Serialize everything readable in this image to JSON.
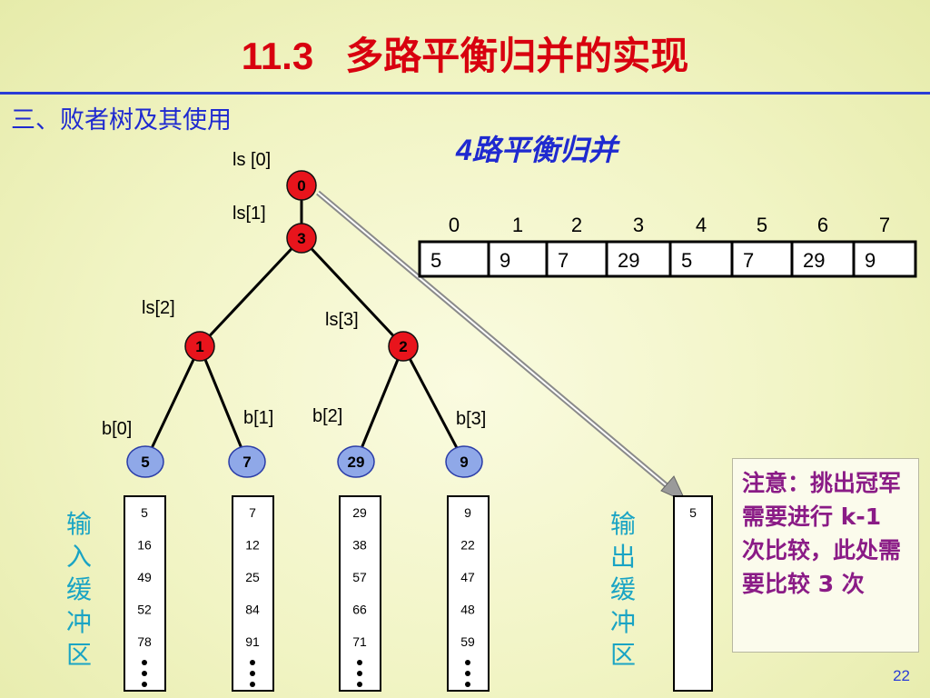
{
  "title": "11.3   多路平衡归并的实现",
  "subtitle": "三、败者树及其使用",
  "heading": "4路平衡归并",
  "tree": {
    "internal_nodes": [
      {
        "id": "ls0",
        "pointer": "ls [0]",
        "value": "0"
      },
      {
        "id": "ls1",
        "pointer": "ls[1]",
        "value": "3"
      },
      {
        "id": "ls2",
        "pointer": "ls[2]",
        "value": "1"
      },
      {
        "id": "ls3",
        "pointer": "ls[3]",
        "value": "2"
      }
    ],
    "leaves": [
      {
        "id": "b0",
        "pointer": "b[0]",
        "value": "5"
      },
      {
        "id": "b1",
        "pointer": "b[1]",
        "value": "7"
      },
      {
        "id": "b2",
        "pointer": "b[2]",
        "value": "29"
      },
      {
        "id": "b3",
        "pointer": "b[3]",
        "value": "9"
      }
    ]
  },
  "array": {
    "indices": [
      "0",
      "1",
      "2",
      "3",
      "4",
      "5",
      "6",
      "7"
    ],
    "values": [
      "5",
      "9",
      "7",
      "29",
      "5",
      "7",
      "29",
      "9"
    ]
  },
  "input_buffers": {
    "label": "输入缓冲区",
    "columns": [
      [
        "5",
        "16",
        "49",
        "52",
        "78"
      ],
      [
        "7",
        "12",
        "25",
        "84",
        "91"
      ],
      [
        "29",
        "38",
        "57",
        "66",
        "71"
      ],
      [
        "9",
        "22",
        "47",
        "48",
        "59"
      ]
    ]
  },
  "output_buffer": {
    "label": "输出缓冲区",
    "values": [
      "5"
    ]
  },
  "note": "注意：挑出冠军需要进行 k-1 次比较，此处需要比较 3 次",
  "page_number": "22",
  "colors": {
    "title": "#d8000f",
    "accent_blue": "#1f2ad0",
    "internal_node_fill": "#e8141c",
    "leaf_node_fill": "#8fa8e8",
    "buffer_label": "#1aa4c4",
    "note_text": "#8a1b86"
  }
}
